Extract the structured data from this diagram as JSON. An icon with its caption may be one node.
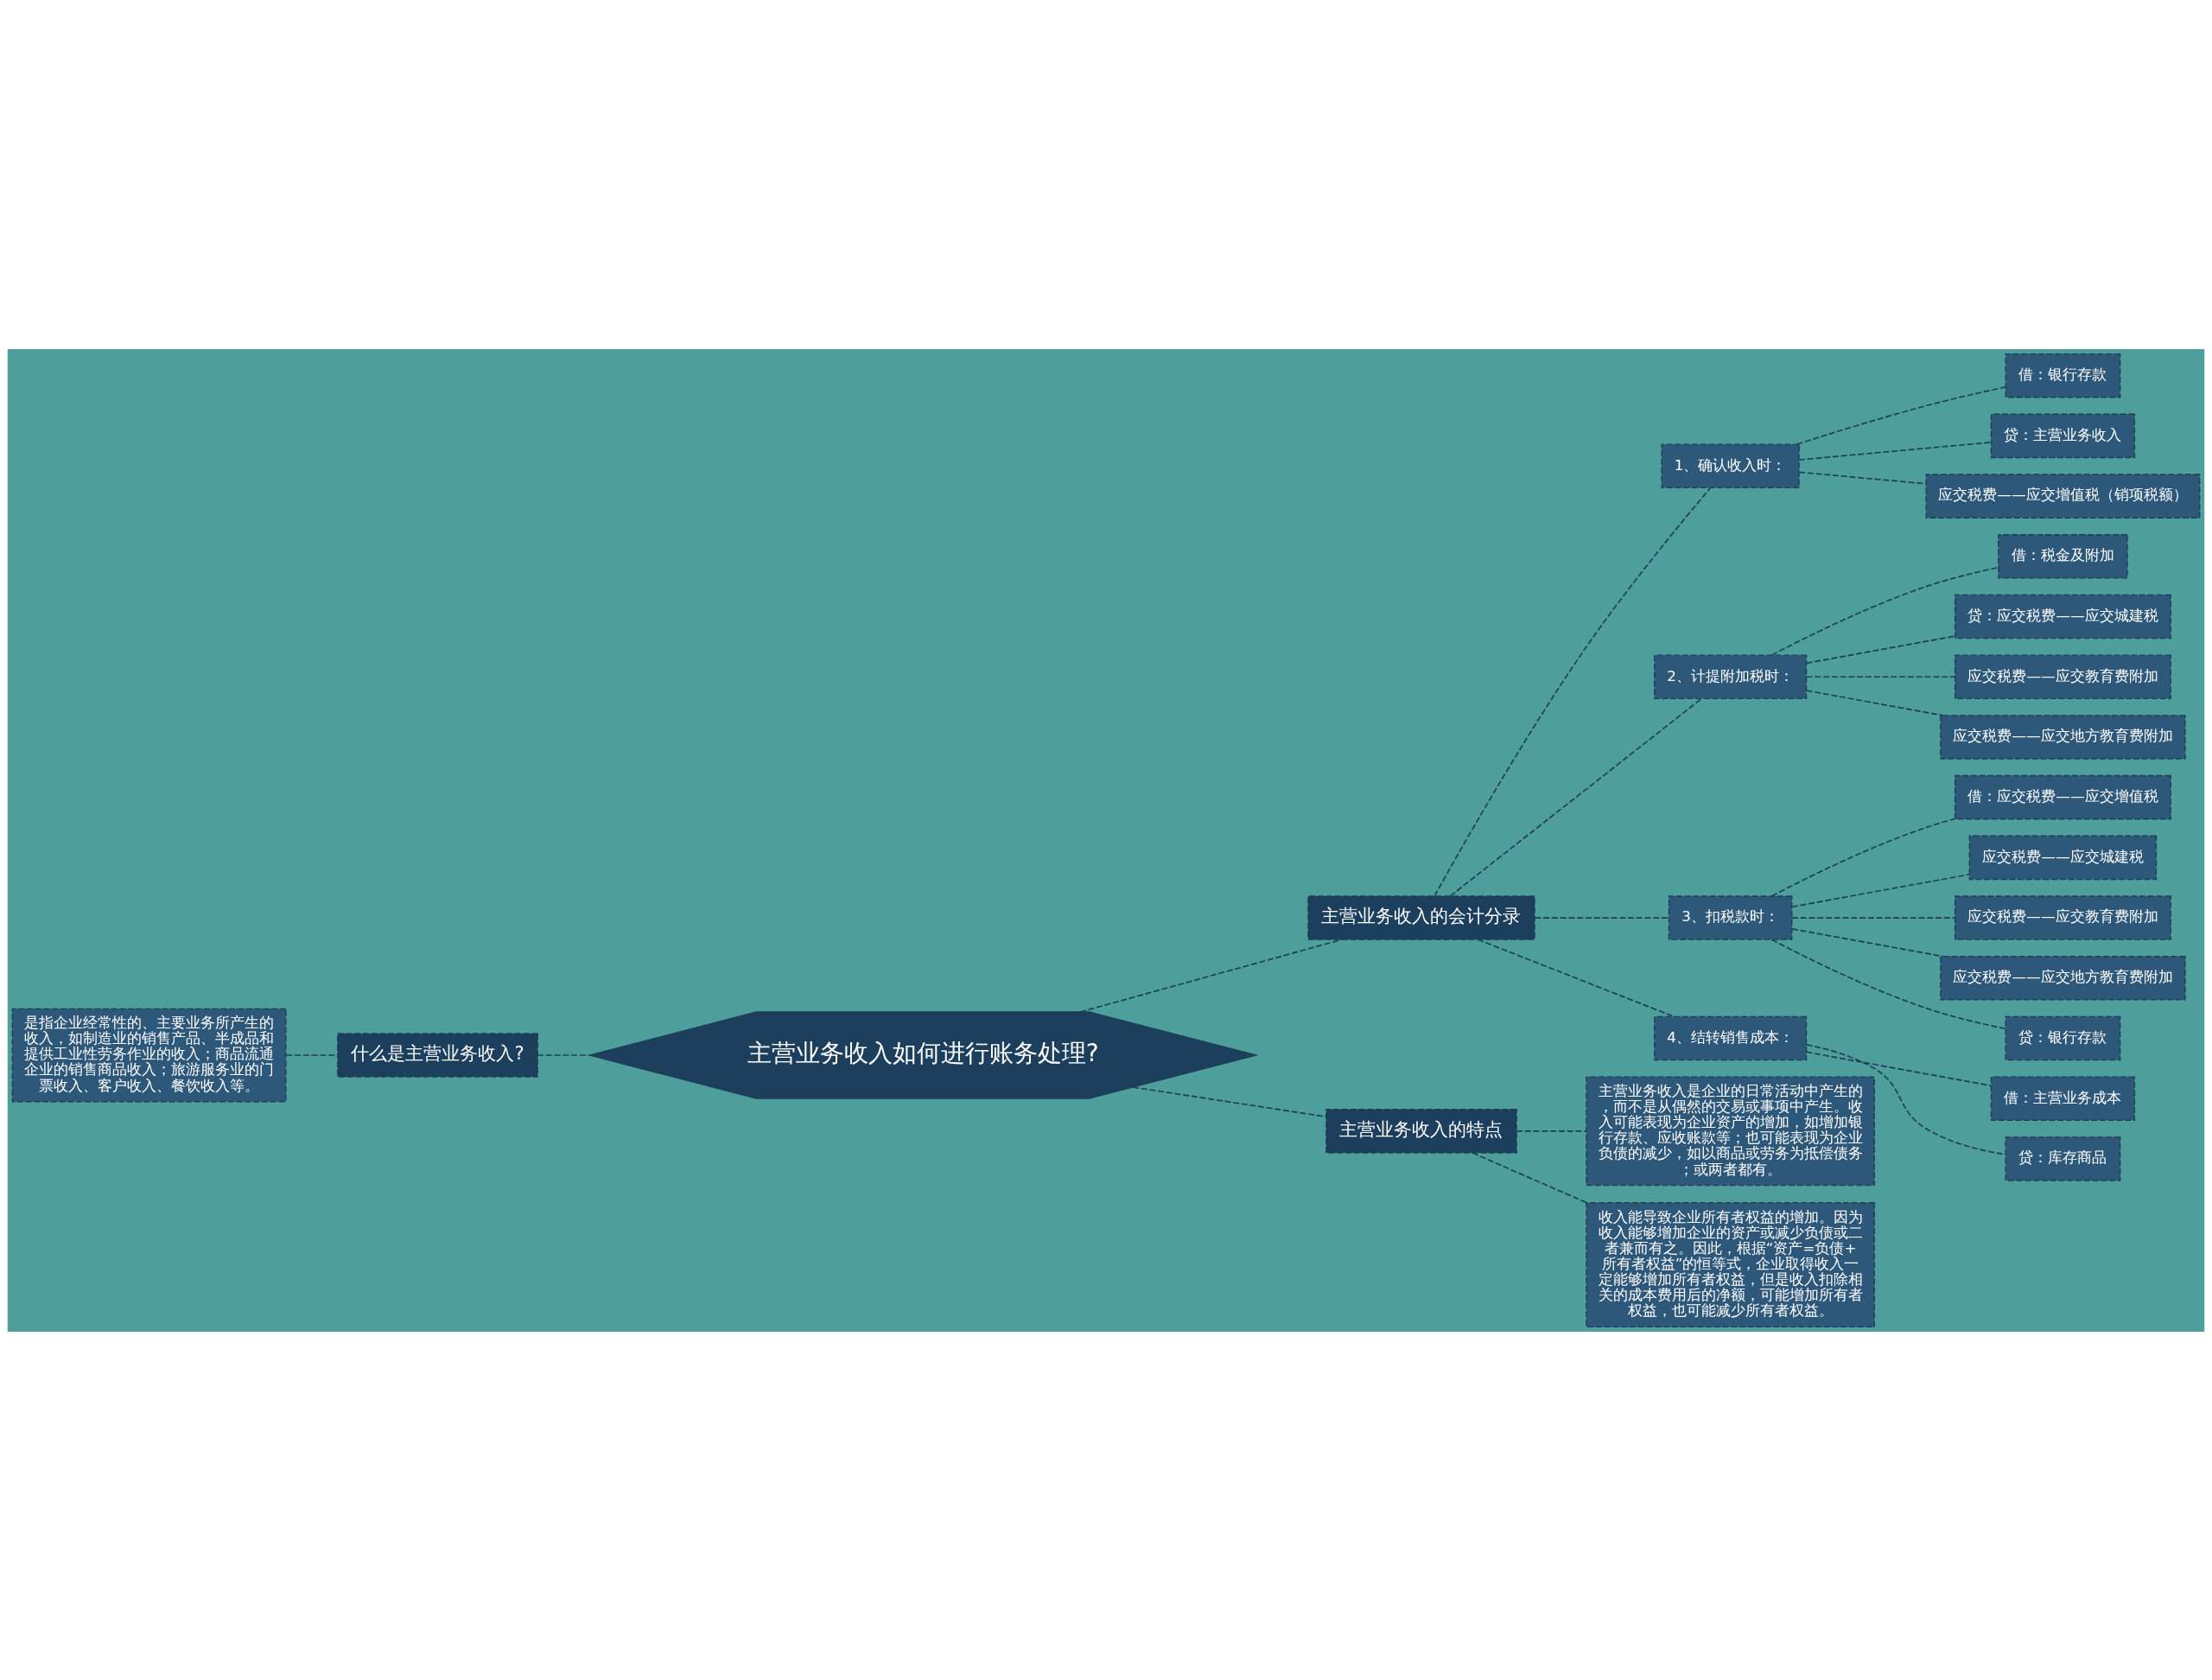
{
  "diagram": {
    "nodes": [
      {
        "text": [
          "主营业务收入如何进行账务处理?"
        ]
      },
      {
        "text": [
          "什么是主营业务收入?"
        ]
      },
      {
        "text": [
          "是指企业经常性的、主要业务所产生的收入，如制造业的销售产品、半成品和提供工业性劳务作业的收入；商品流通企业的销售商品收入；旅游服务业的门票收入、客户收入、餐饮收入等。"
        ]
      },
      {
        "text": [
          "主营业务收入的会计分录"
        ]
      },
      {
        "text": [
          "1、确认收入时："
        ]
      },
      {
        "text": [
          "借：银行存款"
        ]
      },
      {
        "text": [
          "贷：主营业务收入"
        ]
      },
      {
        "text": [
          "应交税费——应交增值税（销项税额）"
        ]
      },
      {
        "text": [
          "2、计提附加税时："
        ]
      },
      {
        "text": [
          "借：税金及附加"
        ]
      },
      {
        "text": [
          "贷：应交税费——应交城建税"
        ]
      },
      {
        "text": [
          "应交税费——应交教育费附加"
        ]
      },
      {
        "text": [
          "应交税费——应交地方教育费附加"
        ]
      },
      {
        "text": [
          "3、扣税款时："
        ]
      },
      {
        "text": [
          "借：应交税费——应交增值税"
        ]
      },
      {
        "text": [
          "应交税费——应交城建税"
        ]
      },
      {
        "text": [
          "应交税费——应交教育费附加"
        ]
      },
      {
        "text": [
          "应交税费——应交地方教育费附加"
        ]
      },
      {
        "text": [
          "贷：银行存款"
        ]
      },
      {
        "text": [
          "4、结转销售成本："
        ]
      },
      {
        "text": [
          "借：主营业务成本"
        ]
      },
      {
        "text": [
          "贷：库存商品"
        ]
      },
      {
        "text": [
          "主营业务收入的特点"
        ]
      },
      {
        "text": [
          "主营业务收入是企业的日常活动中产生的，而不是从偶然的交易或事项中产生。收入可能表现为企业资产的增加，如增加银行存款、应收账款等；也可能表现为企业负债的减少，如以商品或劳务为抵偿债务；或两者都有。"
        ]
      },
      {
        "text": [
          "收入能导致企业所有者权益的增加。因为收入能够增加企业的资产或减少负债或二者兼而有之。因此，根据“资产=负债+所有者权益”的恒等式，企业取得收入一定能够增加所有者权益，但是收入扣除相关的成本费用后的净额，可能增加所有者权益，也可能减少所有者权益。"
        ]
      }
    ],
    "edges": [
      {
        "from": 0,
        "to": 1,
        "arrow": "none",
        "style": "dashed"
      },
      {
        "from": 1,
        "to": 2,
        "arrow": "none",
        "style": "dashed"
      },
      {
        "from": 0,
        "to": 3,
        "arrow": "none",
        "style": "dashed"
      },
      {
        "from": 3,
        "to": 4,
        "arrow": "none",
        "style": "dashed"
      },
      {
        "from": 4,
        "to": 5,
        "arrow": "none",
        "style": "dashed"
      },
      {
        "from": 4,
        "to": 6,
        "arrow": "none",
        "style": "dashed"
      },
      {
        "from": 4,
        "to": 7,
        "arrow": "none",
        "style": "dashed"
      },
      {
        "from": 3,
        "to": 8,
        "arrow": "none",
        "style": "dashed"
      },
      {
        "from": 8,
        "to": 9,
        "arrow": "none",
        "style": "dashed"
      },
      {
        "from": 8,
        "to": 10,
        "arrow": "none",
        "style": "dashed"
      },
      {
        "from": 8,
        "to": 11,
        "arrow": "none",
        "style": "dashed"
      },
      {
        "from": 8,
        "to": 12,
        "arrow": "none",
        "style": "dashed"
      },
      {
        "from": 3,
        "to": 13,
        "arrow": "none",
        "style": "dashed"
      },
      {
        "from": 13,
        "to": 14,
        "arrow": "none",
        "style": "dashed"
      },
      {
        "from": 13,
        "to": 15,
        "arrow": "none",
        "style": "dashed"
      },
      {
        "from": 13,
        "to": 16,
        "arrow": "none",
        "style": "dashed"
      },
      {
        "from": 13,
        "to": 17,
        "arrow": "none",
        "style": "dashed"
      },
      {
        "from": 13,
        "to": 18,
        "arrow": "none",
        "style": "dashed"
      },
      {
        "from": 3,
        "to": 19,
        "arrow": "none",
        "style": "dashed"
      },
      {
        "from": 19,
        "to": 20,
        "arrow": "none",
        "style": "dashed"
      },
      {
        "from": 19,
        "to": 21,
        "arrow": "none",
        "style": "dashed"
      },
      {
        "from": 0,
        "to": 22,
        "arrow": "none",
        "style": "dashed"
      },
      {
        "from": 22,
        "to": 23,
        "arrow": "none",
        "style": "dashed"
      },
      {
        "from": 22,
        "to": 24,
        "arrow": "none",
        "style": "dashed"
      }
    ]
  }
}
